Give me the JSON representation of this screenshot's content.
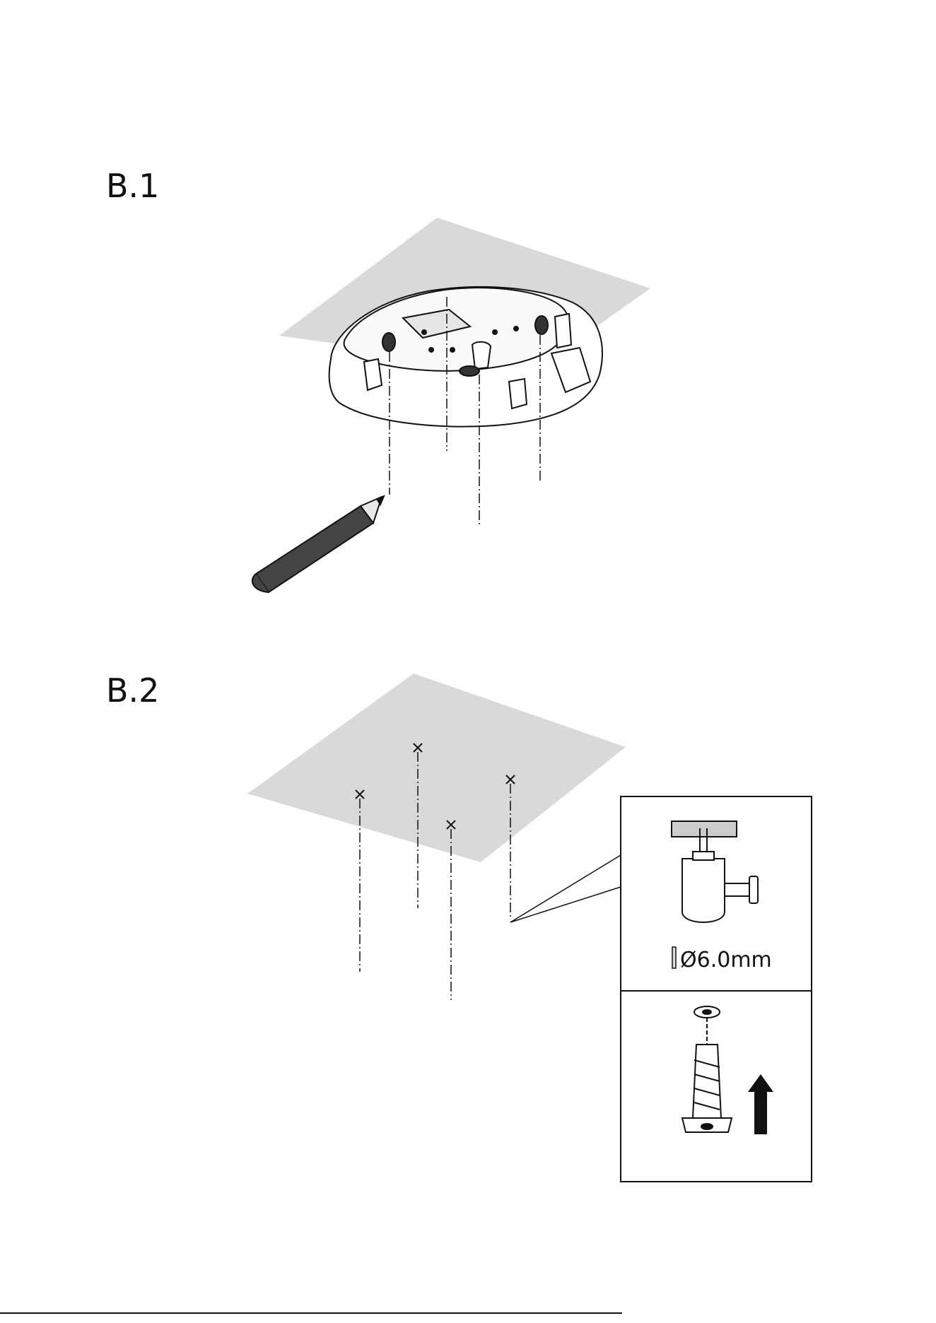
{
  "steps": [
    {
      "id": "B.1",
      "label": "B.1"
    },
    {
      "id": "B.2",
      "label": "B.2"
    }
  ],
  "detail": {
    "drill_size": "Ø6.0mm"
  },
  "colors": {
    "ceiling": "#d9d9d9",
    "line": "#111111"
  },
  "icons": [
    "pencil-icon",
    "drill-icon",
    "wall-anchor-icon",
    "up-arrow-icon"
  ]
}
